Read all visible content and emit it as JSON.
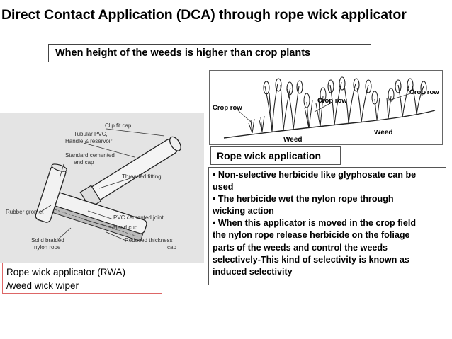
{
  "slide": {
    "title": "Direct Contact Application (DCA) through rope wick applicator",
    "subtitle": "When height of the weeds is higher than crop plants"
  },
  "weed_figure": {
    "labels": {
      "crop_row_left": "Crop row",
      "crop_row_middle": "Crop row",
      "crop_row_right": "Crop row",
      "weed_left": "Weed",
      "weed_right": "Weed"
    }
  },
  "device_figure": {
    "labels": {
      "clip_fit_cap": "Clip fit cap",
      "tubular_pvc_1": "Tubular PVC,",
      "tubular_pvc_2": "Handle & reservoir",
      "std_end_cap_1": "Standard cemented",
      "std_end_cap_2": "end cap",
      "threaded_fitting": "Threaded fitting",
      "rubber_gromet": "Rubber gromet",
      "pvc_joint": "PVC cemented joint",
      "head_cub": "Head cub",
      "solid_braided_1": "Solid braided",
      "solid_braided_2": "nylon rope",
      "reduced_cap_1": "Reduced thickness",
      "reduced_cap_2": "cap"
    }
  },
  "captions": {
    "rwa_line1": "Rope wick applicator (RWA)",
    "rwa_line2": "/weed wick wiper",
    "application_heading": "Rope wick application"
  },
  "bullets": {
    "b1_line1": "• Non-selective herbicide like glyphosate can be",
    "b1_line2": "used",
    "b2_line1": "• The herbicide wet the nylon rope through",
    "b2_line2": "wicking action",
    "b3_line1": "• When this applicator is moved in the crop field",
    "b3_line2": "the nylon rope release herbicide on the foliage",
    "b3_line3": "parts of the weeds and control the weeds",
    "b3_line4": "selectively-This kind of selectivity is known as",
    "b3_line5": "induced selectivity"
  }
}
